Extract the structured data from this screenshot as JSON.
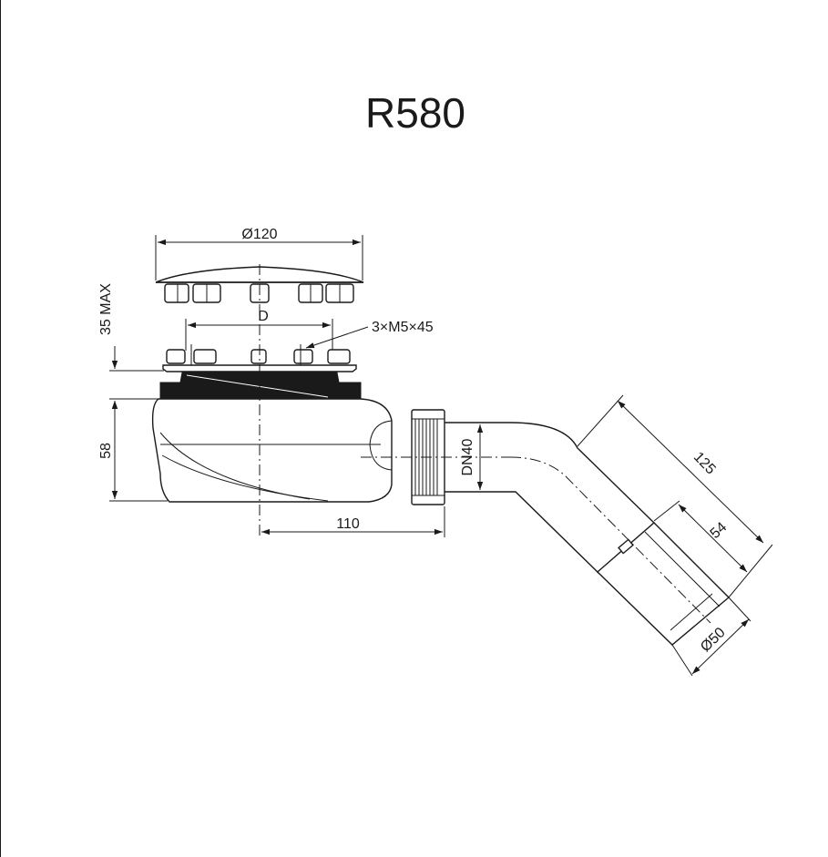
{
  "title": "R580",
  "dimensions": {
    "cover_diameter": "Ø120",
    "screws": "3×M5×45",
    "max_height": "35 MAX",
    "body_height": "58",
    "outlet_offset": "110",
    "thread": "DN40",
    "elbow_length": "125",
    "socket_length": "54",
    "outlet_diameter": "Ø50"
  },
  "colors": {
    "line": "#1a1a1a",
    "background": "#ffffff"
  }
}
